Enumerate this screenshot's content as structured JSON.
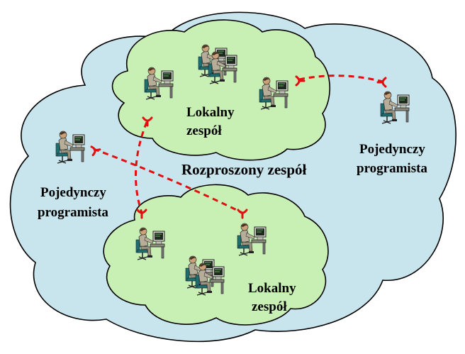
{
  "labels": {
    "distributed_team": "Rozproszony zespół",
    "local_team_top": [
      "Lokalny",
      "zespół"
    ],
    "local_team_bottom": [
      "Lokalny",
      "zespół"
    ],
    "single_left": [
      "Pojedynczy",
      "programista"
    ],
    "single_right": [
      "Pojedynczy",
      "programista"
    ]
  },
  "colors": {
    "outer_cloud": "#c8e4ec",
    "local_cloud": "#c8f0b4",
    "link": "#e01010",
    "skin": "#c9a27a",
    "suit": "#b7ae99",
    "hair_dark": "#4a3020",
    "chair": "#1f6f6f",
    "monitor": "#d8d8d0",
    "screen": "#1d2a1d"
  },
  "icons": {
    "person_at_computer": "programmer-icon",
    "connector": "socket-icon"
  }
}
